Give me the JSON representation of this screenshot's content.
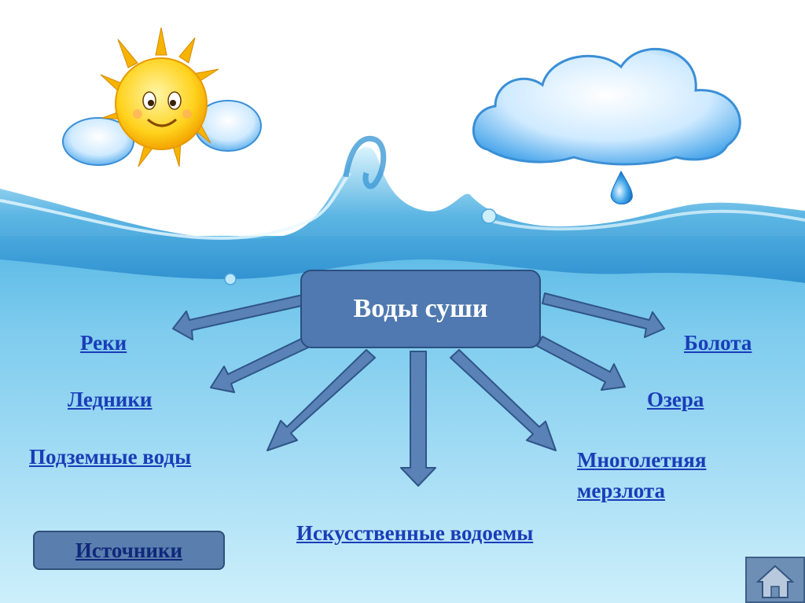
{
  "diagram": {
    "center_label": "Воды суши",
    "branches": {
      "rivers": "Реки",
      "glaciers": "Ледники",
      "groundwater": "Подземные воды",
      "springs": "Источники",
      "artificial_reservoirs": "Искусственные водоемы",
      "permafrost_line1": "Многолетняя",
      "permafrost_line2": "мерзлота",
      "lakes": "Озера",
      "swamps": "Болота"
    }
  },
  "navigation": {
    "home_icon": "home-icon"
  },
  "colors": {
    "link": "#1a3db8",
    "center_box": "#4f79b0",
    "arrow": "#5b82b6",
    "water_top": "#6fc3e8",
    "water_bottom": "#c4ecfa"
  }
}
